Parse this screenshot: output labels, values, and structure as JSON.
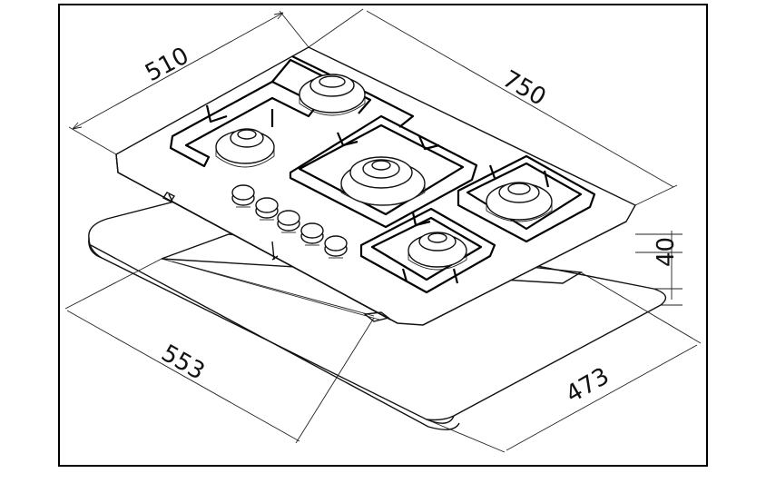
{
  "diagram": {
    "dimensions": {
      "depth_top": "510",
      "width_top": "750",
      "height": "40",
      "cutout_width": "553",
      "cutout_depth": "473"
    }
  }
}
